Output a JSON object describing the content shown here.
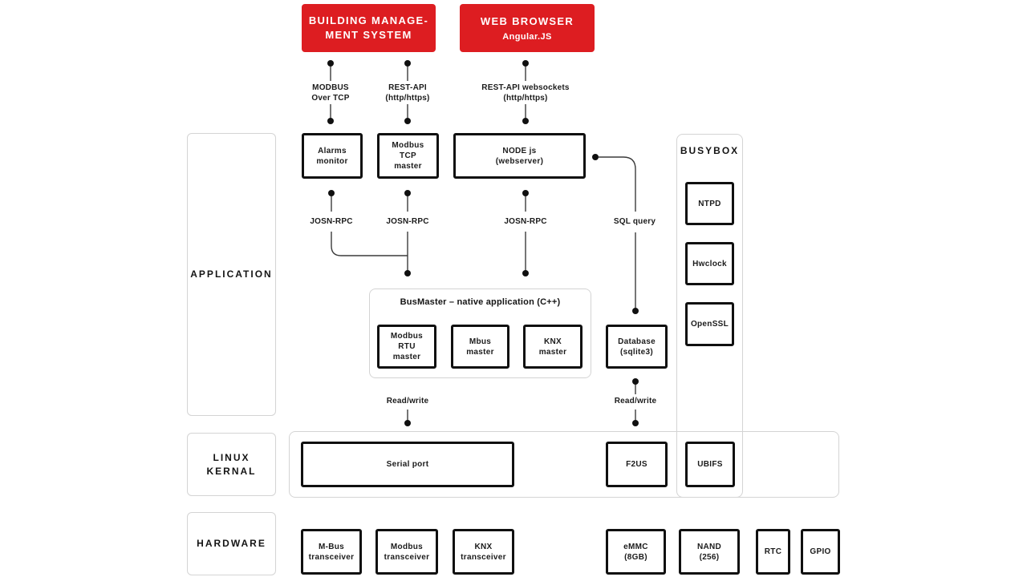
{
  "diagram": {
    "colors": {
      "accent_red": "#dd1d21",
      "line": "#3b3b3b",
      "node_border": "#101010",
      "container_border": "#d4d4d4"
    },
    "top_nodes": {
      "bms_title": "BUILDING MANAGE-\nMENT SYSTEM",
      "web_browser_title": "WEB BROWSER",
      "web_browser_subtitle": "Angular.JS"
    },
    "connectors": {
      "modbus_over_tcp": "MODBUS\nOver TCP",
      "rest_api": "REST-API\n(http/https)",
      "rest_api_websockets": "REST-API websockets\n(http/https)",
      "json_rpc_1": "JOSN-RPC",
      "json_rpc_2": "JOSN-RPC",
      "json_rpc_3": "JOSN-RPC",
      "sql_query": "SQL query",
      "read_write_left": "Read/write",
      "read_write_right": "Read/write"
    },
    "sections": {
      "application": "APPLICATION",
      "busybox": "BUSYBOX",
      "linux_kernal": "LINUX\nKERNAL",
      "hardware": "HARDWARE"
    },
    "nodes": {
      "alarms_monitor": "Alarms\nmonitor",
      "modbus_tcp_master": "Modbus\nTCP\nmaster",
      "node_js": "NODE js\n(webserver)",
      "ntpd": "NTPD",
      "hwclock": "Hwclock",
      "openssl": "OpenSSL",
      "busmaster_title": "BusMaster – native application (C++)",
      "modbus_rtu_master": "Modbus\nRTU\nmaster",
      "mbus_master": "Mbus\nmaster",
      "knx_master": "KNX\nmaster",
      "database": "Database\n(sqlite3)",
      "serial_port": "Serial port",
      "f2us": "F2US",
      "ubifs": "UBIFS",
      "mbus_transceiver": "M-Bus\ntransceiver",
      "modbus_transceiver": "Modbus\ntransceiver",
      "knx_transceiver": "KNX\ntransceiver",
      "emmc": "eMMC\n(8GB)",
      "nand": "NAND\n(256)",
      "rtc": "RTC",
      "gpio": "GPIO"
    }
  }
}
